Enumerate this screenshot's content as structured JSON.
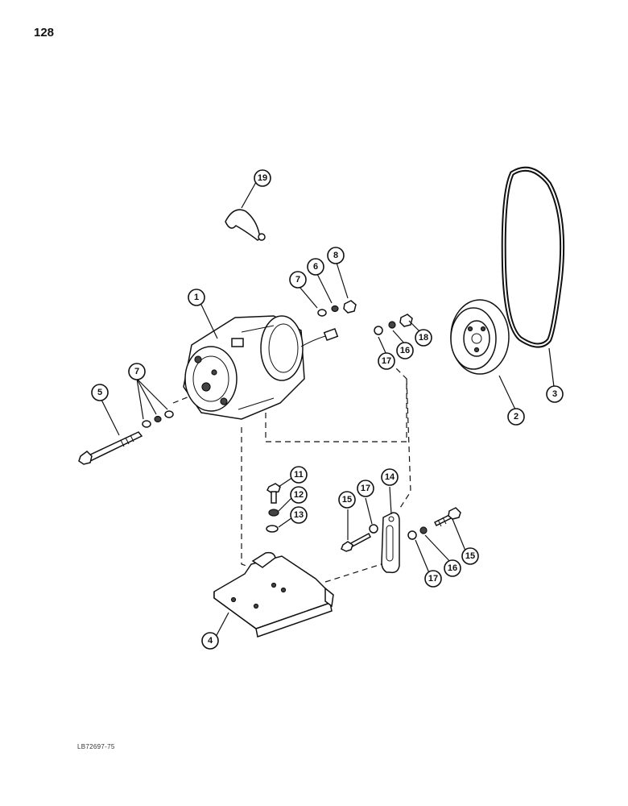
{
  "page": {
    "number": "128",
    "reference_code": "LB72697-75"
  },
  "callouts": [
    {
      "id": "c1",
      "label": "1"
    },
    {
      "id": "c2",
      "label": "2"
    },
    {
      "id": "c3",
      "label": "3"
    },
    {
      "id": "c4",
      "label": "4"
    },
    {
      "id": "c5",
      "label": "5"
    },
    {
      "id": "c6",
      "label": "6"
    },
    {
      "id": "c7a",
      "label": "7"
    },
    {
      "id": "c7b",
      "label": "7"
    },
    {
      "id": "c8",
      "label": "8"
    },
    {
      "id": "c11",
      "label": "11"
    },
    {
      "id": "c12",
      "label": "12"
    },
    {
      "id": "c13",
      "label": "13"
    },
    {
      "id": "c14",
      "label": "14"
    },
    {
      "id": "c15a",
      "label": "15"
    },
    {
      "id": "c15b",
      "label": "15"
    },
    {
      "id": "c16a",
      "label": "16"
    },
    {
      "id": "c16b",
      "label": "16"
    },
    {
      "id": "c17a",
      "label": "17"
    },
    {
      "id": "c17b",
      "label": "17"
    },
    {
      "id": "c17c",
      "label": "17"
    },
    {
      "id": "c18",
      "label": "18"
    },
    {
      "id": "c19",
      "label": "19"
    }
  ]
}
